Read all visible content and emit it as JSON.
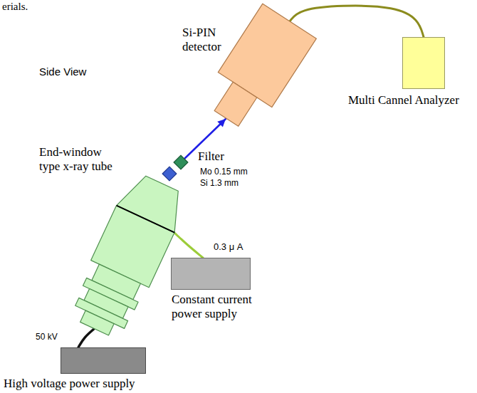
{
  "diagram": {
    "nodes": [
      {
        "text": [
          "Si-PIN detector"
        ]
      },
      {
        "text": [
          "Multi Cannel Analyzer"
        ]
      },
      {
        "text": [
          "End-window type x-ray tube"
        ]
      },
      {
        "text": [
          "Filter",
          "Mo 0.15 mm",
          "Si 1.3 mm"
        ]
      },
      {
        "text": [
          "Constant current power supply"
        ]
      },
      {
        "text": [
          "High voltage power supply"
        ]
      }
    ],
    "edges": [
      {
        "from": 0,
        "to": 1,
        "arrow": "none"
      },
      {
        "from": 3,
        "to": 0,
        "arrow": "to"
      },
      {
        "from": 2,
        "to": 4,
        "arrow": "none"
      },
      {
        "from": 2,
        "to": 5,
        "arrow": "none"
      }
    ],
    "labels": [
      "erials.",
      "Side View",
      "0.3 μ A",
      "50 kV"
    ]
  }
}
